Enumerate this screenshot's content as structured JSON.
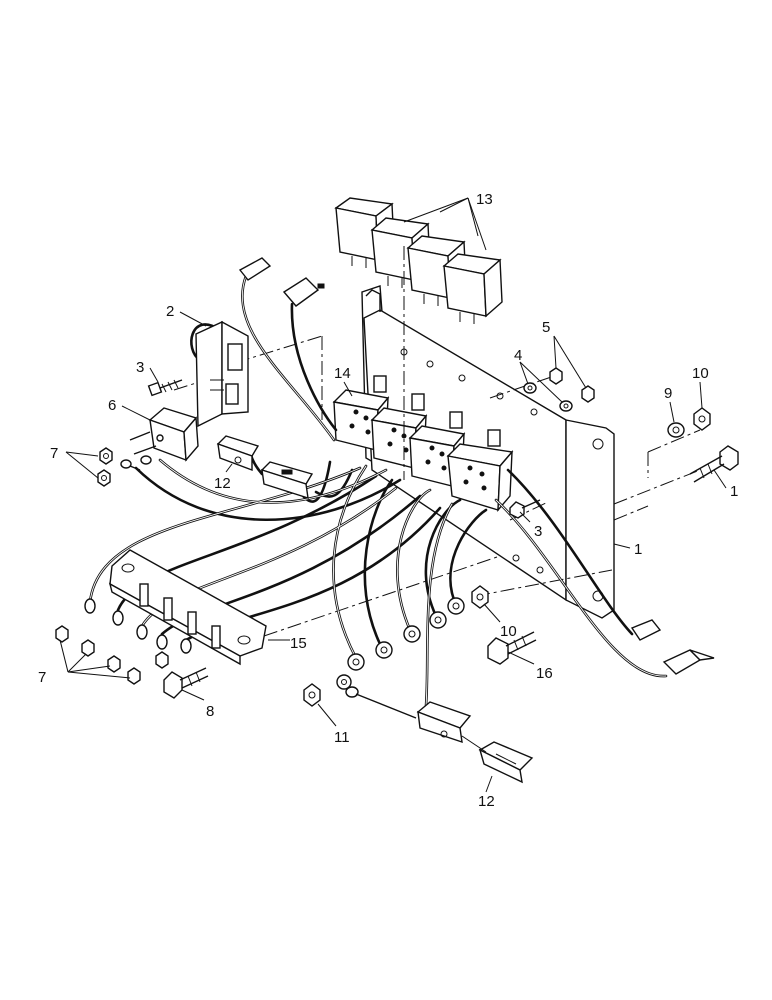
{
  "figure": {
    "type": "exploded parts diagram",
    "callouts": [
      {
        "id": "c1a",
        "label": "1"
      },
      {
        "id": "c1b",
        "label": "1"
      },
      {
        "id": "c2",
        "label": "2"
      },
      {
        "id": "c3a",
        "label": "3"
      },
      {
        "id": "c3b",
        "label": "3"
      },
      {
        "id": "c4",
        "label": "4"
      },
      {
        "id": "c5",
        "label": "5"
      },
      {
        "id": "c6",
        "label": "6"
      },
      {
        "id": "c7a",
        "label": "7"
      },
      {
        "id": "c7b",
        "label": "7"
      },
      {
        "id": "c8",
        "label": "8"
      },
      {
        "id": "c9",
        "label": "9"
      },
      {
        "id": "c10a",
        "label": "10"
      },
      {
        "id": "c10b",
        "label": "10"
      },
      {
        "id": "c11",
        "label": "11"
      },
      {
        "id": "c12a",
        "label": "12"
      },
      {
        "id": "c12b",
        "label": "12"
      },
      {
        "id": "c13",
        "label": "13"
      },
      {
        "id": "c14",
        "label": "14"
      },
      {
        "id": "c15",
        "label": "15"
      },
      {
        "id": "c16",
        "label": "16"
      }
    ]
  }
}
